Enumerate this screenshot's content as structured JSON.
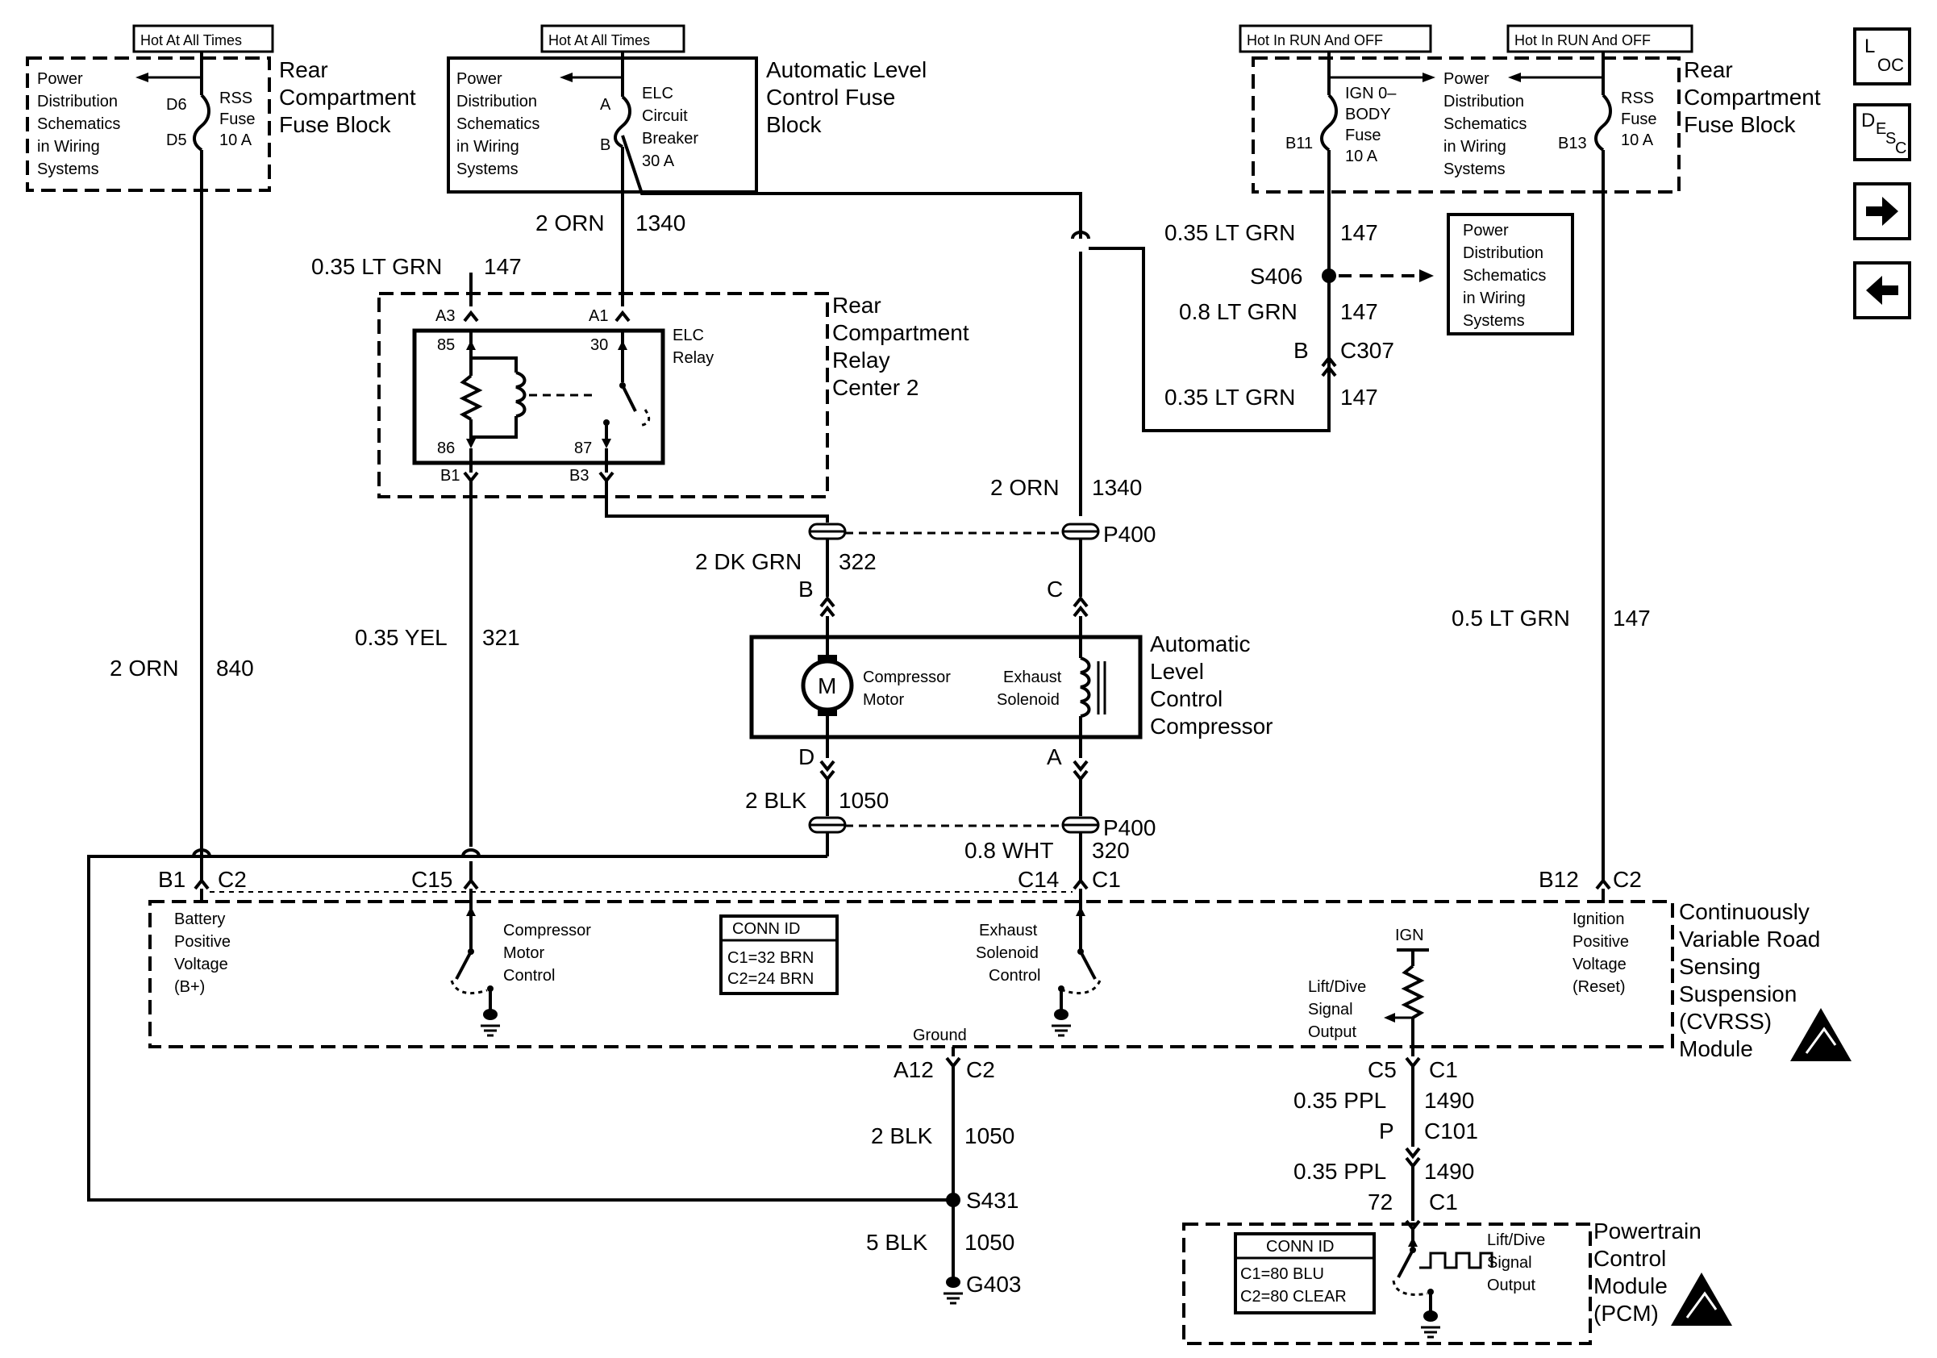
{
  "nav": {
    "loc_big": "L",
    "loc_small": "OC",
    "desc_big": "D",
    "desc_small1": "E",
    "desc_small2": "S",
    "desc_small3": "C"
  },
  "boxes": {
    "hot1": "Hot At All Times",
    "hot2": "Hot At All Times",
    "hot3": "Hot In RUN And OFF",
    "hot4": "Hot In RUN And OFF"
  },
  "labels": {
    "pds": [
      "Power",
      "Distribution",
      "Schematics",
      "in Wiring",
      "Systems"
    ],
    "rear_fuse_block": [
      "Rear",
      "Compartment",
      "Fuse Block"
    ],
    "alc_fuse_block": [
      "Automatic Level",
      "Control Fuse",
      "Block"
    ],
    "relay_center": [
      "Rear",
      "Compartment",
      "Relay",
      "Center 2"
    ],
    "alc_compressor": [
      "Automatic",
      "Level",
      "Control",
      "Compressor"
    ],
    "cvrss": [
      "Continuously",
      "Variable Road",
      "Sensing",
      "Suspension",
      "(CVRSS)",
      "Module"
    ],
    "pcm": [
      "Powertrain",
      "Control",
      "Module",
      "(PCM)"
    ],
    "rss_fuse": [
      "RSS",
      "Fuse",
      "10 A"
    ],
    "elc_cb": [
      "ELC",
      "Circuit",
      "Breaker",
      "30 A"
    ],
    "ign_fuse": [
      "IGN 0–",
      "BODY",
      "Fuse",
      "10 A"
    ],
    "elc_relay": [
      "ELC",
      "Relay"
    ],
    "compressor_motor": [
      "Compressor",
      "Motor"
    ],
    "exhaust_solenoid": [
      "Exhaust",
      "Solenoid"
    ],
    "battery_positive": [
      "Battery",
      "Positive",
      "Voltage",
      "(B+)"
    ],
    "comp_motor_control": [
      "Compressor",
      "Motor",
      "Control"
    ],
    "exh_sol_control": [
      "Exhaust",
      "Solenoid",
      "Control"
    ],
    "lift_dive": [
      "Lift/Dive",
      "Signal",
      "Output"
    ],
    "ign_positive": [
      "Ignition",
      "Positive",
      "Voltage",
      "(Reset)"
    ],
    "ign": "IGN",
    "ground": "Ground",
    "motor_symbol": "M",
    "conn_id": "CONN ID",
    "cvrss_conn": [
      "C1=32 BRN",
      "C2=24 BRN"
    ],
    "pcm_conn": [
      "C1=80 BLU",
      "C2=80 CLEAR"
    ]
  },
  "pins": {
    "d6": "D6",
    "d5": "D5",
    "a": "A",
    "b": "B",
    "b11": "B11",
    "b13": "B13",
    "a3": "A3",
    "a1": "A1",
    "p85": "85",
    "p30": "30",
    "p86": "86",
    "p87": "87",
    "b1r": "B1",
    "b3": "B3",
    "c": "C",
    "d": "D",
    "a2": "A",
    "b1": "B1",
    "c2a": "C2",
    "c15": "C15",
    "c14": "C14",
    "c1a": "C1",
    "b12": "B12",
    "c2b": "C2",
    "a12": "A12",
    "c2c": "C2",
    "c5": "C5",
    "c1b": "C1",
    "p": "P",
    "c101": "C101",
    "p72": "72",
    "c1c": "C1",
    "bc307": "B",
    "c307": "C307",
    "s406": "S406",
    "s431": "S431",
    "g403": "G403",
    "p400a": "P400",
    "p400b": "P400"
  },
  "wires": {
    "w1340a_g": "2 ORN",
    "w1340a_n": "1340",
    "w147a_g": "0.35 LT GRN",
    "w147a_n": "147",
    "w147b_g": "0.35 LT GRN",
    "w147b_n": "147",
    "w147c_g": "0.8 LT GRN",
    "w147c_n": "147",
    "w147d_g": "0.35 LT GRN",
    "w147d_n": "147",
    "w1340b_g": "2 ORN",
    "w1340b_n": "1340",
    "w322_g": "2 DK GRN",
    "w322_n": "322",
    "w840_g": "2 ORN",
    "w840_n": "840",
    "w321_g": "0.35 YEL",
    "w321_n": "321",
    "w147e_g": "0.5 LT GRN",
    "w147e_n": "147",
    "w1050a_g": "2 BLK",
    "w1050a_n": "1050",
    "w320_g": "0.8 WHT",
    "w320_n": "320",
    "w1050b_g": "2 BLK",
    "w1050b_n": "1050",
    "w1490a_g": "0.35 PPL",
    "w1490a_n": "1490",
    "w1490b_g": "0.35 PPL",
    "w1490b_n": "1490",
    "w1050c_g": "5 BLK",
    "w1050c_n": "1050"
  }
}
